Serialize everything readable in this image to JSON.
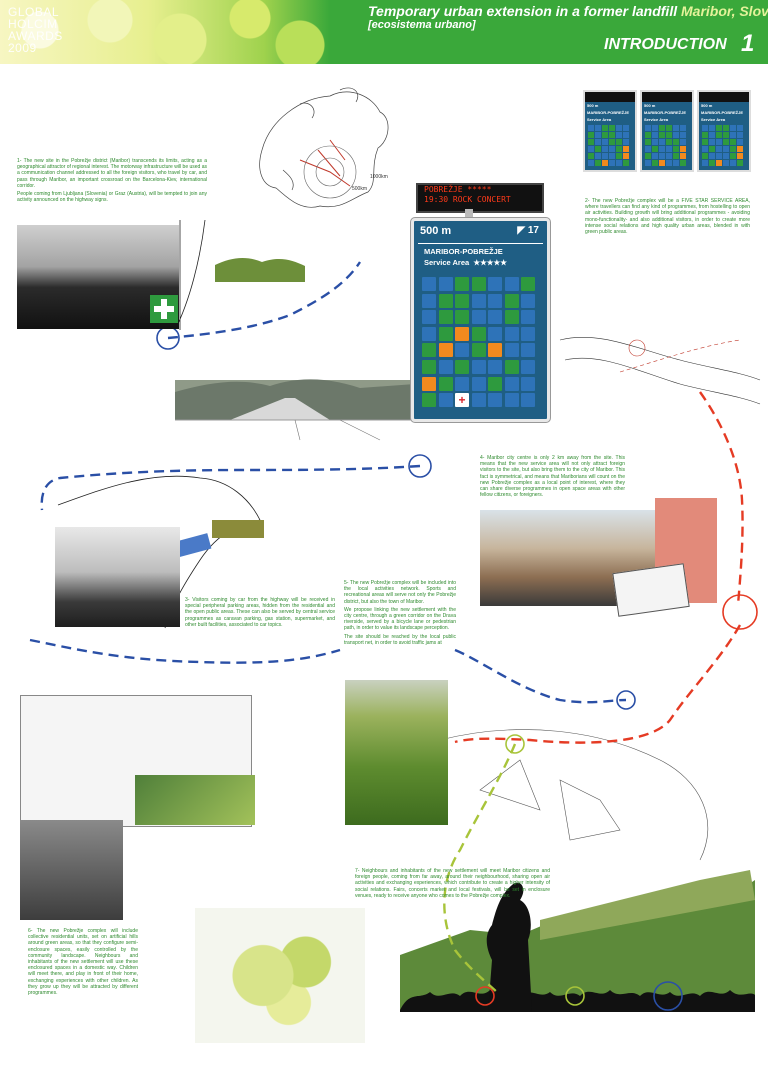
{
  "header": {
    "award_lines": [
      "GLOBAL",
      "HOLCIM",
      "AWARDS",
      "2009"
    ],
    "title": "Temporary urban extension in a former landfill",
    "location": "Maribor, Slovenia",
    "subtitle": "[ecosistema urbano]",
    "section": "INTRODUCTION",
    "section_number": "1"
  },
  "map_labels": {
    "km1000": "1000km",
    "km500": "500km"
  },
  "sign": {
    "led_line1": "POBREŽJE *****",
    "led_line2": "19:30  ROCK CONCERT",
    "distance": "500 m",
    "exit_number": "17",
    "name": "MARIBOR-POBREŽJE",
    "area": "Service Area",
    "stars": "★★★★★"
  },
  "small_signs": [
    {
      "distance": "500 m",
      "num": "17",
      "name": "MARIBOR-POBREŽJE",
      "area": "Service Area"
    },
    {
      "distance": "500 m",
      "num": "17",
      "name": "MARIBOR-POBREŽJE",
      "area": "Service Area"
    },
    {
      "distance": "500 m",
      "num": "17",
      "name": "MARIBOR-POBREŽJE",
      "area": "Service Area"
    }
  ],
  "icon_colors": {
    "blue": "#2e73b8",
    "green": "#2e9a3e",
    "orange": "#f28a1e",
    "red": "#d8232a",
    "white": "#ffffff"
  },
  "route_colors": {
    "blue": "#2a4fa6",
    "red": "#e53b24",
    "green": "#a8c43a"
  },
  "texts": {
    "t1": [
      "1- The new site in the Pobrežje district (Maribor) transcends its limits, acting as a geographical attractor of regional interest. The motorway infrastructure will be used as a communication channel addressed to all the foreign visitors, who travel by car, and pass through Maribor, an important crossroad on the Barcelona-Kiev, international corridor.",
      "People coming from Ljubljana (Slovenia) or Graz (Austria), will be tempted to join any activity announced on the highway signs."
    ],
    "t2": [
      "2- The new Pobrežje complex will be a FIVE STAR SERVICE AREA, where travellers can find any kind of programmes, from hostelling to open air activities. Building growth will bring additional programmes - avoiding mono-functionality- and also additional visitors, in order to create more intense social relations and high quality urban areas, blended in with green public areas."
    ],
    "t3": [
      "3- Visitors coming by car from the highway will be received in special peripheral parking areas, hidden from the residential and the open public areas. These can also be served by central service programmes as caravan parking, gas station, supermarket, and other built facilities, associated to car topics."
    ],
    "t4": [
      "4- Maribor city centre is only 2 km away from the site. This means that the new service area will not only attract foreign visitors to the site, but also bring them to the city of Maribor. This fact is symmetrical, and means that Mariborians will count on the new Pobrežje complex as a local point of interest, where they can share diverse programmes in open space areas with other fellow citizens, or foreigners."
    ],
    "t5": [
      "5- The new Pobrežje complex will be included into the local activities network. Sports and recreational areas will serve not only the Pobrežje district, but also the town of Maribor.",
      "We propose linking the new settlement with the city centre, through a green corridor on the Drava riverside, served by a bicycle lane or pedestrian path, in order to value its landscape perception.",
      "The site should be reached by the local public transport net, in order to avoid traffic jams at"
    ],
    "t6": [
      "6- The new Pobrežje complex will include collective residential units, set on artificial hills around green areas, so that they configure semi-enclosure spaces, easily controlled by the community landscape. Neighbours and inhabitants of the new settlement will use these enclosured spaces in a domestic way. Children will meet there, and play in front of their home, exchanging experiences with other children. As they grow up they will be attracted by different programmes."
    ],
    "t7": [
      "7- Neighbours and inhabitants of the new settlement will meet Maribor citizens and foreign people, coming from far away, around their neighbourhood, sharing open air activities and exchanging experiences, which contribute to create a higher intensity of social relations. Fairs, concerts market and local festivals, will be set in enclosure venues, ready to receive anyone who comes to the Pobrežje complex."
    ]
  }
}
